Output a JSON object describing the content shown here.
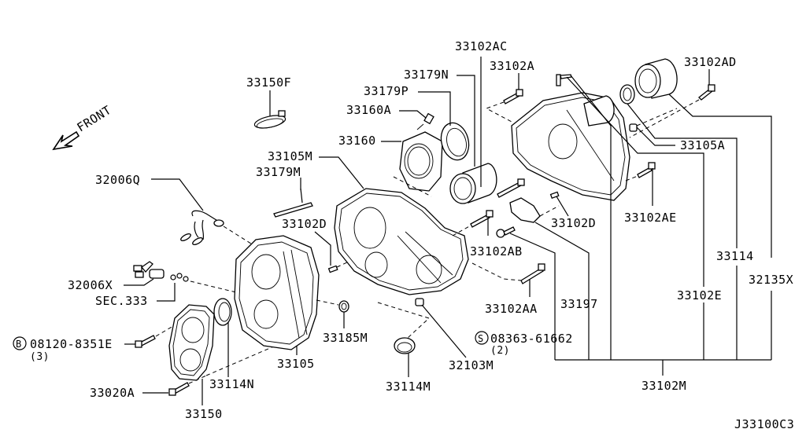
{
  "diagram": {
    "front_indicator": "FRONT",
    "reference_code": "J33100C3",
    "labels": {
      "p33102AC": "33102AC",
      "p33102A": "33102A",
      "p33102AD": "33102AD",
      "p33179N": "33179N",
      "p33179P": "33179P",
      "p33160A": "33160A",
      "p33160": "33160",
      "p33150F": "33150F",
      "p33105M": "33105M",
      "p33179M": "33179M",
      "p32006Q": "32006Q",
      "p33102D_left": "33102D",
      "p32006X": "32006X",
      "sec333": "SEC.333",
      "p08120": "08120-8351E",
      "p08120_qty": "(3)",
      "p08120_symbol": "B",
      "p33020A": "33020A",
      "p33150": "33150",
      "p33114N": "33114N",
      "p33105": "33105",
      "p33185M": "33185M",
      "p33114M": "33114M",
      "p32103M": "32103M",
      "p08363": "08363-61662",
      "p08363_qty": "(2)",
      "p08363_symbol": "S",
      "p33102AA": "33102AA",
      "p33102AB": "33102AB",
      "p33197": "33197",
      "p33102D_right": "33102D",
      "p33102AE": "33102AE",
      "p33105A": "33105A",
      "p33114": "33114",
      "p33102E": "33102E",
      "p32135X": "32135X",
      "p33102M": "33102M"
    }
  }
}
